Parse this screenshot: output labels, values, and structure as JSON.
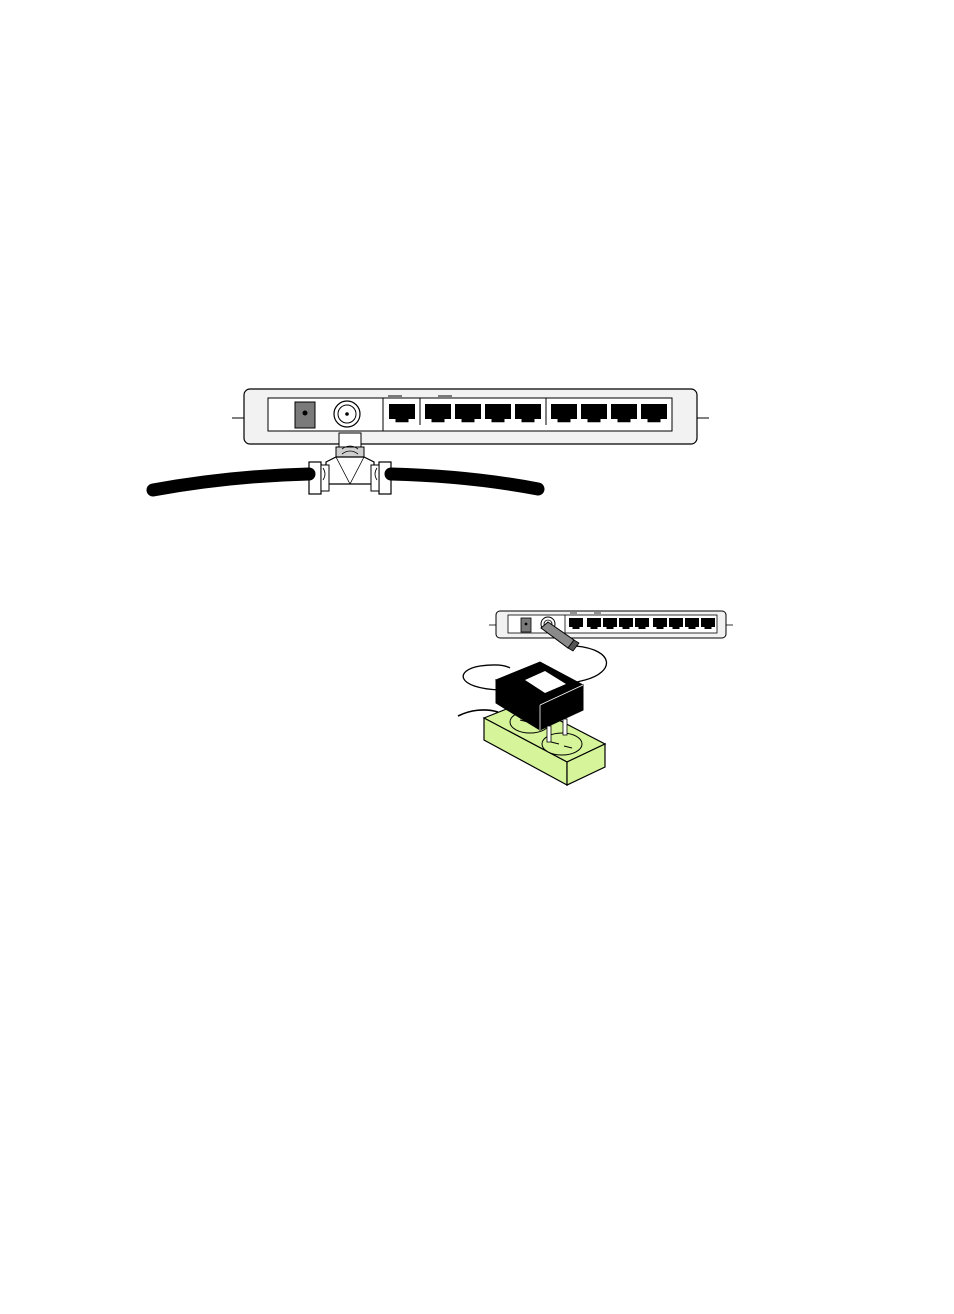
{
  "diagram": {
    "figure_1": {
      "hub_ports_total": 9,
      "hub_port_groups": [
        1,
        4,
        4
      ],
      "connectors": [
        "dc-power-jack",
        "bnc-connector",
        "rj45-port"
      ]
    },
    "figure_2": {
      "hub_ports_total": 9,
      "connectors": [
        "dc-power-jack",
        "bnc-connector",
        "rj45-port"
      ],
      "objects": [
        "ac-adapter",
        "power-strip"
      ]
    },
    "colors": {
      "hub_face": "#f2f2f2",
      "outline": "#000000",
      "port": "#000000",
      "power_jack": "#7a7a7a",
      "coax_cable": "#000000",
      "power_strip": "#d6f59a",
      "adapter": "#000000",
      "adapter_label": "#ffffff"
    }
  }
}
